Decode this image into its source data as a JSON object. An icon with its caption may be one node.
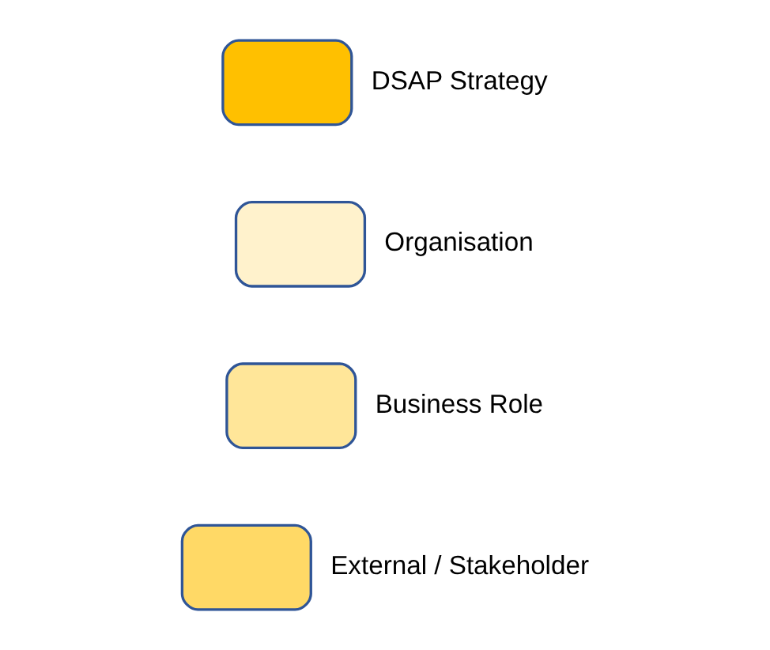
{
  "diagram": {
    "legend": [
      {
        "text": "DSAP Strategy",
        "color": "#ffc000"
      },
      {
        "text": "Organisation",
        "color": "#fff2cc"
      },
      {
        "text": "Business Role",
        "color": "#ffe699"
      },
      {
        "text": "External / Stakeholder",
        "color": "#ffd966"
      }
    ]
  }
}
